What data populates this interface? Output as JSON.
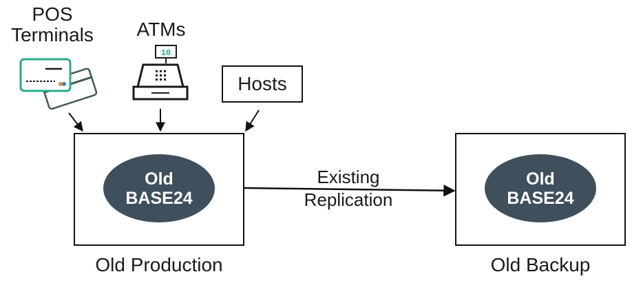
{
  "sources": {
    "pos": {
      "line1": "POS",
      "line2": "Terminals",
      "icon": "credit-card-icon",
      "color": "#2aa98a"
    },
    "atms": {
      "label": "ATMs",
      "icon": "cash-register-icon",
      "display": "10"
    },
    "hosts": {
      "label": "Hosts"
    }
  },
  "production": {
    "caption": "Old Production",
    "node_line1": "Old",
    "node_line2": "BASE24"
  },
  "backup": {
    "caption": "Old Backup",
    "node_line1": "Old",
    "node_line2": "BASE24"
  },
  "replication": {
    "line1": "Existing",
    "line2": "Replication"
  },
  "colors": {
    "node_fill": "#3f4f5c",
    "accent": "#2aa98a",
    "stroke": "#111111"
  }
}
